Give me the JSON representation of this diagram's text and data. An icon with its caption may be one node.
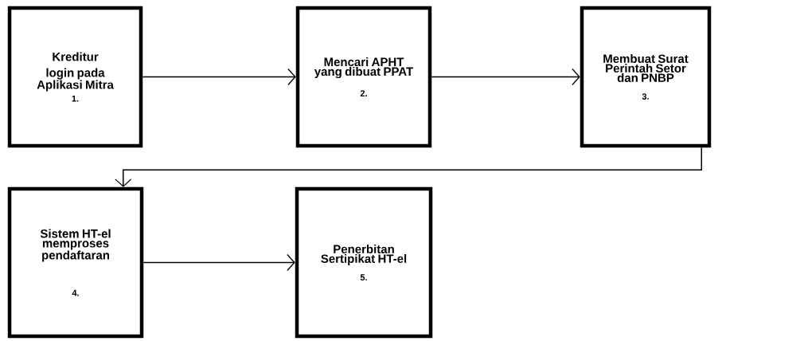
{
  "diagram": {
    "nodes": [
      {
        "text": [
          "Kreditur",
          "login pada Aplikasi Mitra",
          "1."
        ]
      },
      {
        "text": [
          "Mencari APHT yang dibuat PPAT",
          "2."
        ]
      },
      {
        "text": [
          "Membuat Surat Perintah Setor dan PNBP",
          "3."
        ]
      },
      {
        "text": [
          "Sistem HT-el memproses pendaftaran",
          "4."
        ]
      },
      {
        "text": [
          "Penerbitan Sertipikat HT-el",
          "5."
        ]
      }
    ],
    "edges": [
      {
        "from": 0,
        "to": 1,
        "arrow": "to"
      },
      {
        "from": 1,
        "to": 2,
        "arrow": "to"
      },
      {
        "from": 2,
        "to": 3,
        "arrow": "to"
      },
      {
        "from": 3,
        "to": 4,
        "arrow": "to"
      }
    ]
  }
}
